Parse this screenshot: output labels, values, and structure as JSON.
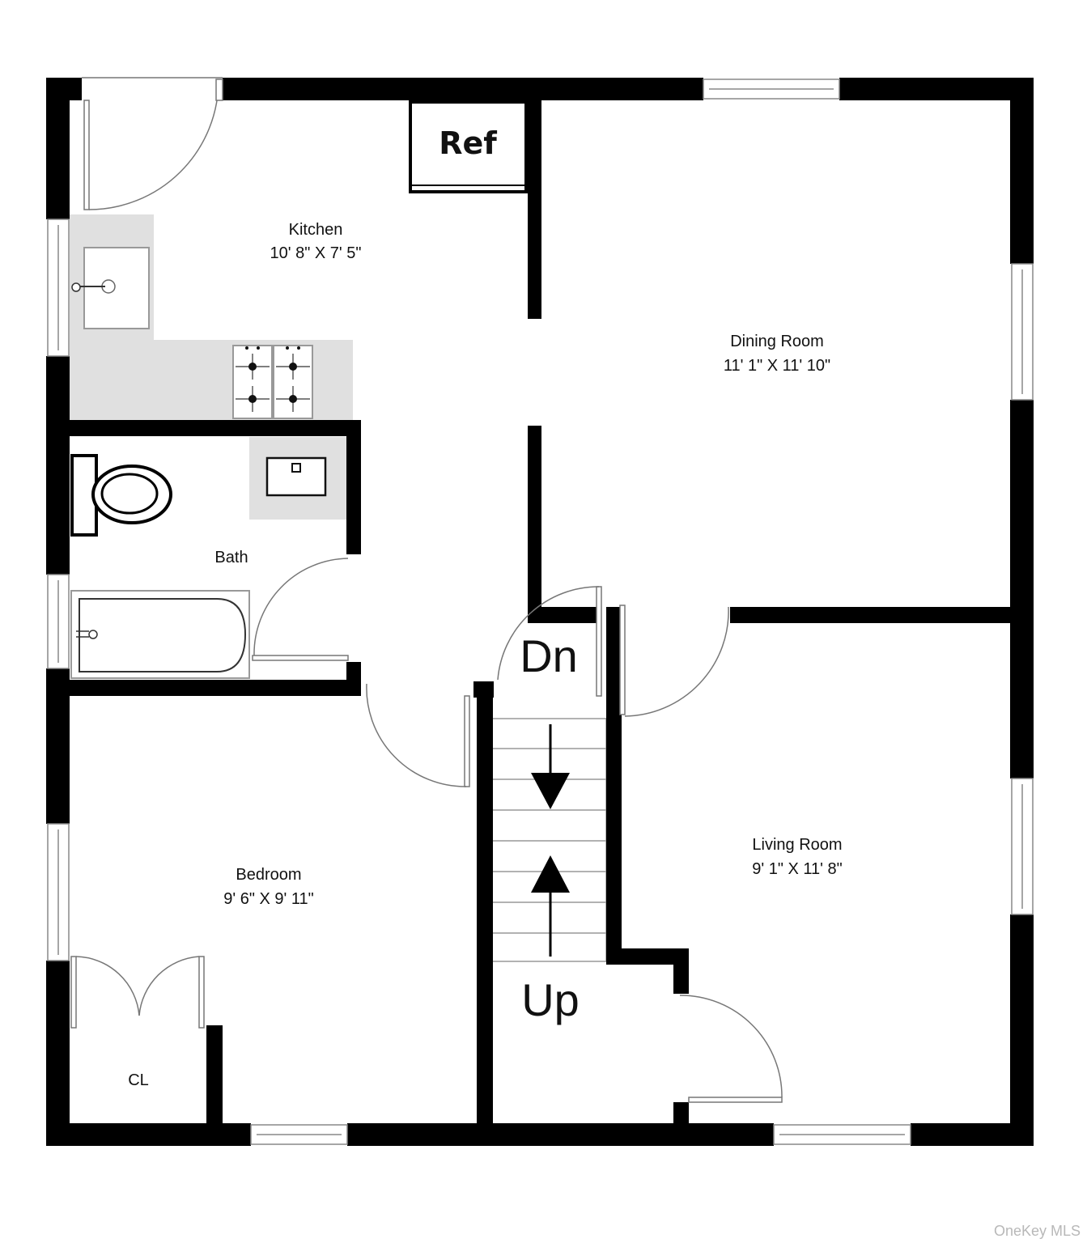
{
  "rooms": {
    "kitchen": {
      "name": "Kitchen",
      "dims": "10' 8\" X 7' 5\""
    },
    "dining": {
      "name": "Dining Room",
      "dims": "11' 1\" X 11' 10\""
    },
    "bath": {
      "name": "Bath"
    },
    "bedroom": {
      "name": "Bedroom",
      "dims": "9' 6\" X 9' 11\""
    },
    "living": {
      "name": "Living Room",
      "dims": "9' 1\" X 11' 8\""
    },
    "closet": {
      "name": "CL"
    }
  },
  "fixtures": {
    "refrigerator": "Ref"
  },
  "stairs": {
    "down": "Dn",
    "up": "Up"
  },
  "watermark": "OneKey MLS",
  "colors": {
    "wall": "#000000",
    "counter": "#e0e0e0",
    "fixture_outline": "#aaaaaa"
  }
}
